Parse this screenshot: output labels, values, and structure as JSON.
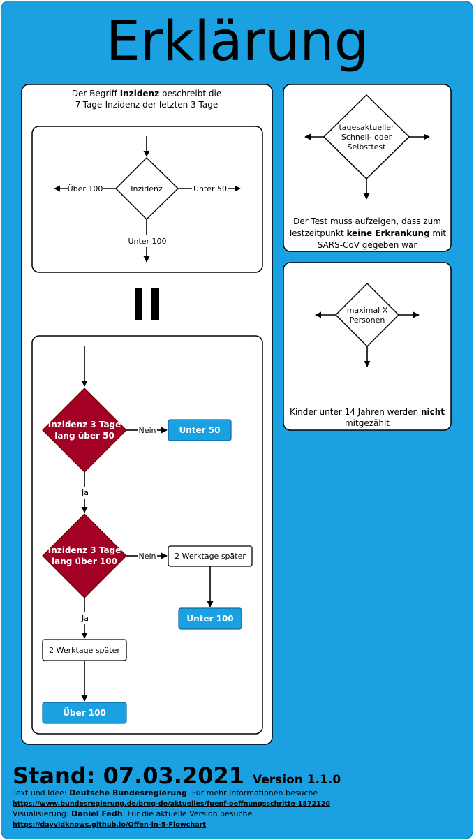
{
  "title": "Erklärung",
  "incidence_panel": {
    "intro_line1_pre": "Der Begriff ",
    "intro_line1_bold": "Inzidenz",
    "intro_line1_post": " beschreibt die",
    "intro_line2": "7-Tage-Inzidenz der letzten 3 Tage",
    "simple": {
      "diamond_label": "Inzidenz",
      "left_label": "Über 100",
      "right_label": "Unter 50",
      "bottom_label": "Unter 100"
    },
    "detailed": {
      "decision1_line1": "Inzidenz 3 Tage",
      "decision1_line2": "lang über 50",
      "no_label_1": "Nein",
      "result_under50": "Unter 50",
      "yes_label_1": "Ja",
      "decision2_line1": "Inzidenz 3 Tage",
      "decision2_line2": "lang über 100",
      "no_label_2": "Nein",
      "wait_right": "2 Werktage später",
      "result_under100": "Unter 100",
      "yes_label_2": "Ja",
      "wait_left": "2 Werktage später",
      "result_over100": "Über 100"
    }
  },
  "test_panel": {
    "diamond_line1": "tagesaktueller",
    "diamond_line2": "Schnell- oder",
    "diamond_line3": "Selbsttest",
    "desc_line1": "Der Test muss aufzeigen, dass zum",
    "desc_line2_pre": "Testzeitpunkt ",
    "desc_line2_bold": "keine Erkrankung",
    "desc_line2_post": " mit",
    "desc_line3": "SARS-CoV gegeben war"
  },
  "persons_panel": {
    "diamond_line1": "maximal X",
    "diamond_line2": "Personen",
    "desc_line1_pre": "Kinder unter 14 Jahren werden ",
    "desc_line1_bold": "nicht",
    "desc_line2": "mitgezählt"
  },
  "footer": {
    "stand": "Stand: 07.03.2021",
    "version": "Version 1.1.0",
    "line1_pre": "Text und Idee: ",
    "line1_bold": "Deutsche Bundesregierung",
    "line1_post": ". Für mehr Informationen besuche",
    "link1": "https://www.bundesregierung.de/breg-de/aktuelles/fuenf-oeffnungsschritte-1872120",
    "line3_pre": "Visualisierung: ",
    "line3_bold": "Daniel Fedh",
    "line3_post": ". Für die aktuelle Version besuche",
    "link2": "https://dayvidknows.github.io/Offen-in-5-Flowchart"
  },
  "colors": {
    "background": "#1ba1e2",
    "decision_fill": "#a20025",
    "result_fill": "#1ba1e2",
    "panel_fill": "#ffffff"
  }
}
